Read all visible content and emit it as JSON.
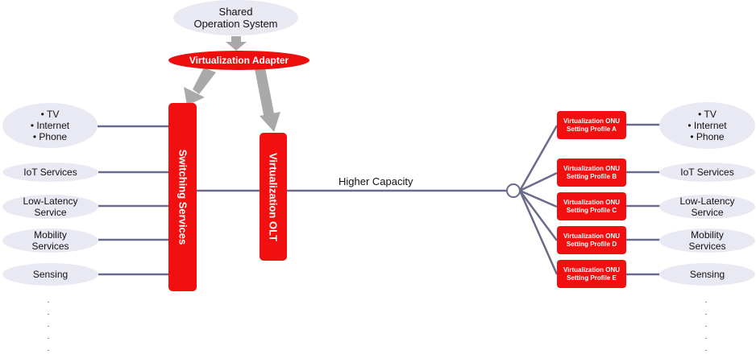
{
  "colors": {
    "accent_red": "#f20f0f",
    "ellipse_fill": "#e9e9f3",
    "wire": "#6a6a8a",
    "arrow": "#a9a9a9"
  },
  "top": {
    "shared_os_lines": [
      "Shared",
      "Operation System"
    ],
    "adapter_label": "Virtualization Adapter"
  },
  "center": {
    "switching_label": "Switching Services",
    "olt_label": "Virtualization OLT",
    "capacity_label": "Higher Capacity"
  },
  "left_services": [
    {
      "lines": [
        "• TV",
        "• Internet",
        "• Phone"
      ]
    },
    {
      "lines": [
        "IoT Services"
      ]
    },
    {
      "lines": [
        "Low-Latency",
        "Service"
      ]
    },
    {
      "lines": [
        "Mobility",
        "Services"
      ]
    },
    {
      "lines": [
        "Sensing"
      ]
    }
  ],
  "onu_profiles": [
    {
      "lines": [
        "Virtualization ONU",
        "Setting Profile A"
      ]
    },
    {
      "lines": [
        "Virtualization ONU",
        "Setting Profile B"
      ]
    },
    {
      "lines": [
        "Virtualization ONU",
        "Setting Profile C"
      ]
    },
    {
      "lines": [
        "Virtualization ONU",
        "Setting Profile D"
      ]
    },
    {
      "lines": [
        "Virtualization ONU",
        "Setting Profile E"
      ]
    }
  ],
  "right_services": [
    {
      "lines": [
        "• TV",
        "• Internet",
        "• Phone"
      ]
    },
    {
      "lines": [
        "IoT Services"
      ]
    },
    {
      "lines": [
        "Low-Latency",
        "Service"
      ]
    },
    {
      "lines": [
        "Mobility",
        "Services"
      ]
    },
    {
      "lines": [
        "Sensing"
      ]
    }
  ],
  "continuation_dots": [
    "·",
    "·",
    "·",
    "·",
    "·"
  ]
}
